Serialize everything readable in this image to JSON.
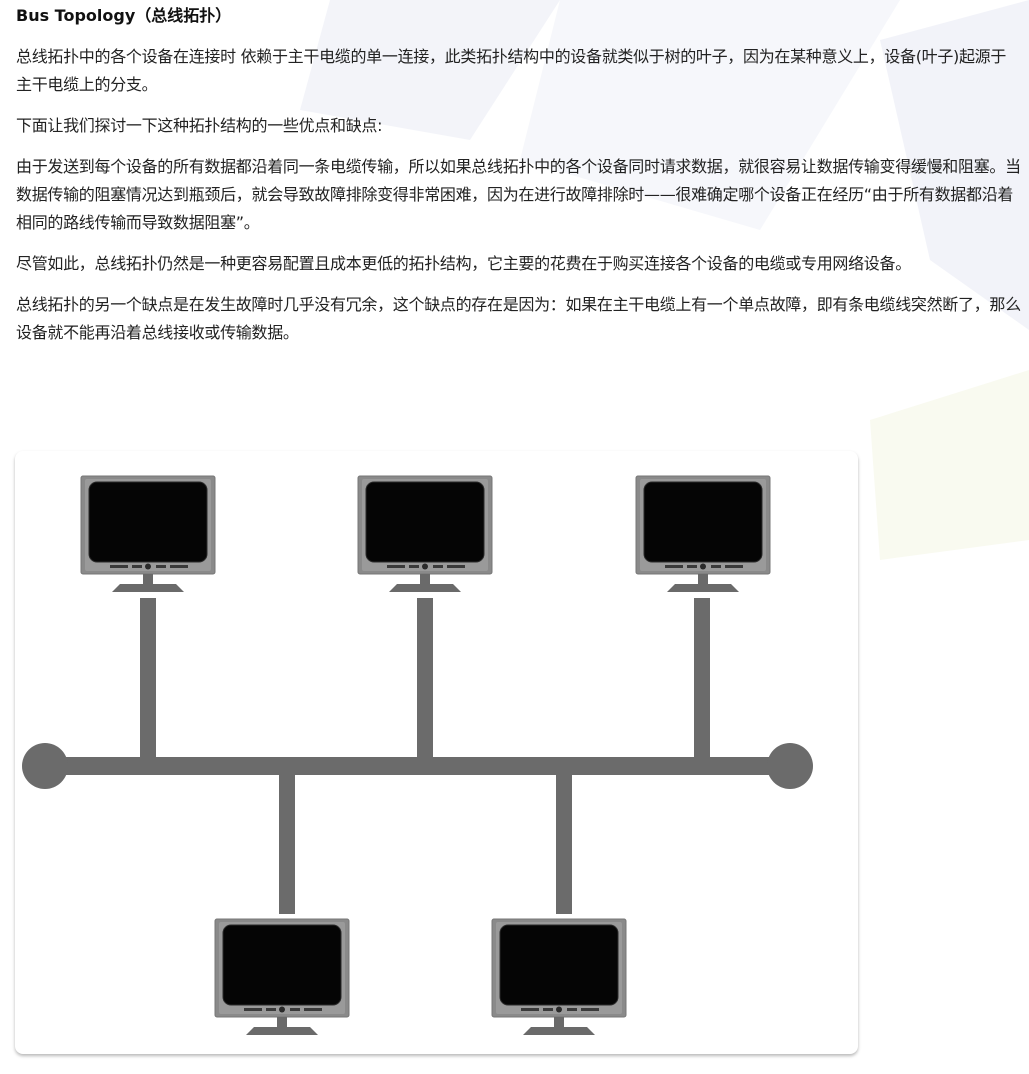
{
  "article": {
    "title": "Bus Topology（总线拓扑）",
    "paragraphs": [
      "总线拓扑中的各个设备在连接时 依赖于主干电缆的单一连接，此类拓扑结构中的设备就类似于树的叶子，因为在某种意义上，设备(叶子)起源于主干电缆上的分支。",
      "下面让我们探讨一下这种拓扑结构的一些优点和缺点:",
      "由于发送到每个设备的所有数据都沿着同一条电缆传输，所以如果总线拓扑中的各个设备同时请求数据，就很容易让数据传输变得缓慢和阻塞。当数据传输的阻塞情况达到瓶颈后，就会导致故障排除变得非常困难，因为在进行故障排除时——很难确定哪个设备正在经历“由于所有数据都沿着相同的路线传输而导致数据阻塞”。",
      "尽管如此，总线拓扑仍然是一种更容易配置且成本更低的拓扑结构，它主要的花费在于购买连接各个设备的电缆或专用网络设备。",
      "总线拓扑的另一个缺点是在发生故障时几乎没有冗余，这个缺点的存在是因为：如果在主干电缆上有一个单点故障，即有条电缆线突然断了，那么设备就不能再沿着总线接收或传输数据。"
    ]
  },
  "diagram": {
    "icons": {
      "monitor": "monitor-icon",
      "terminator": "bus-terminator-icon"
    },
    "colors": {
      "cable": "#6b6b6b",
      "monitor_frame": "#888888",
      "screen": "#000000"
    }
  }
}
